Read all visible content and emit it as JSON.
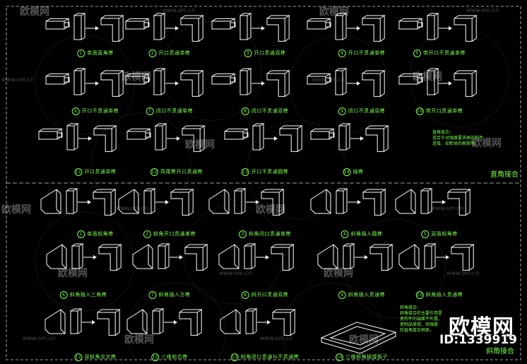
{
  "section_top_title": "直角接合",
  "section_bottom_title": "斜角接合",
  "watermark": {
    "brand": "欧模网",
    "url": "www.om.cn"
  },
  "brand_overlay": {
    "name": "欧模网",
    "id": "ID:1339919"
  },
  "top_captions": [
    {
      "n": "1",
      "t": "单面直角榫"
    },
    {
      "n": "2",
      "t": "开口贯通单榫"
    },
    {
      "n": "3",
      "t": "开口贯通双榫"
    },
    {
      "n": "4",
      "t": "开口不贯通单榫"
    },
    {
      "n": "5",
      "t": "带开口不贯通单榫"
    },
    {
      "n": "6",
      "t": "开口不贯通单榫"
    },
    {
      "n": "7",
      "t": "闭口不贯通单榫"
    },
    {
      "n": "8",
      "t": "闭口不贯通双榫"
    },
    {
      "n": "9",
      "t": "闭口不贯通双榫"
    },
    {
      "n": "10",
      "t": "带开口贯通单榫"
    },
    {
      "n": "11",
      "t": "开口贯通单榫"
    },
    {
      "n": "12",
      "t": "燕尾榫开口贯通榫"
    },
    {
      "n": "13",
      "t": "开口不贯通圆榫"
    },
    {
      "n": "14",
      "t": "插榫"
    }
  ],
  "bottom_captions": [
    {
      "n": "1",
      "t": "单面斜角榫"
    },
    {
      "n": "2",
      "t": "斜角开口贯通单榫"
    },
    {
      "n": "3",
      "t": "斜角闭口贯通单榫"
    },
    {
      "n": "4",
      "t": "斜角插入圆榫"
    },
    {
      "n": "5",
      "t": "双面斜角榫"
    },
    {
      "n": "6",
      "t": "斜角插入三角榫"
    },
    {
      "n": "7",
      "t": "斜角插入方榫"
    },
    {
      "n": "8",
      "t": "斜开口贯通双榫"
    },
    {
      "n": "9",
      "t": "斜角插入贯通榫"
    },
    {
      "n": "10",
      "t": "斜角插入贯通榫"
    },
    {
      "n": "11",
      "t": "双斜角交叉榫"
    },
    {
      "n": "12",
      "t": "三维斜合榫"
    },
    {
      "n": "13",
      "t": "斜角闭口贯通与不贯通榫"
    },
    {
      "n": "14",
      "t": "三维斜角插接板子"
    }
  ],
  "top_note": [
    "直角接合：",
    "适合于对强度要求高的构件",
    "连接，如柜体的框架等。"
  ],
  "bottom_note": [
    "斜角接合：",
    "斜角接合的主要作用是",
    "使构件的端面不外露，",
    "使制品美观，但强度",
    "较直角接合稍差。"
  ]
}
